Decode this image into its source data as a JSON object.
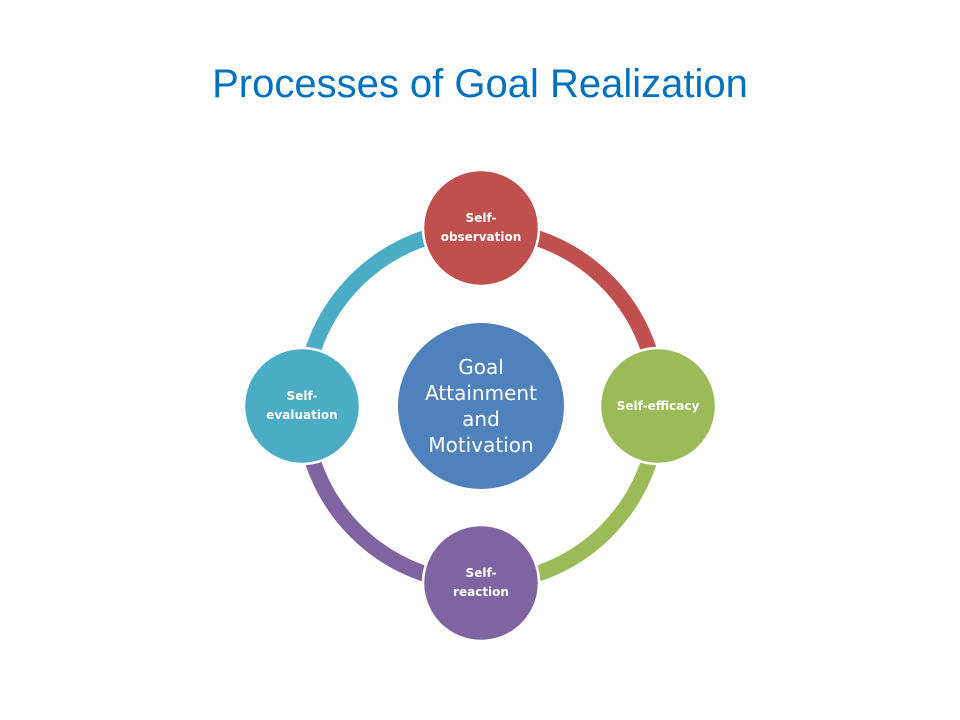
{
  "title": "Processes of Goal Realization",
  "center": {
    "label": "Goal Attainment and Motivation",
    "lines": [
      "Goal",
      "Attainment",
      "and",
      "Motivation"
    ],
    "color": "#4F81BD"
  },
  "nodes": [
    {
      "id": "self-observation",
      "lines": [
        "Self-",
        "observation"
      ],
      "color": "#C0504D"
    },
    {
      "id": "self-efficacy",
      "lines": [
        "Self-efficacy"
      ],
      "color": "#9BBB59"
    },
    {
      "id": "self-reaction",
      "lines": [
        "Self-",
        "reaction"
      ],
      "color": "#8064A2"
    },
    {
      "id": "self-evaluation",
      "lines": [
        "Self-",
        "evaluation"
      ],
      "color": "#4BACC6"
    }
  ]
}
